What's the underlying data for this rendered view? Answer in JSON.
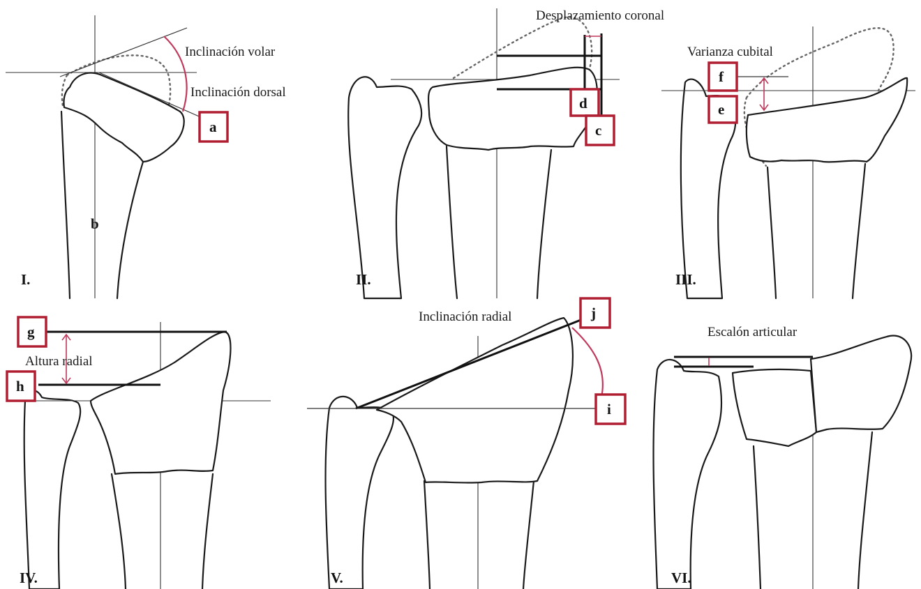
{
  "panels": [
    {
      "id": "I",
      "label": "I.",
      "captions": [
        "Inclinación volar",
        "Inclinación dorsal"
      ],
      "markers": [
        "a",
        "b"
      ]
    },
    {
      "id": "II",
      "label": "II.",
      "captions": [
        "Desplazamiento coronal"
      ],
      "markers": [
        "c",
        "d"
      ]
    },
    {
      "id": "III",
      "label": "III.",
      "captions": [
        "Varianza cubital"
      ],
      "markers": [
        "e",
        "f"
      ]
    },
    {
      "id": "IV",
      "label": "IV.",
      "captions": [
        "Altura radial"
      ],
      "markers": [
        "g",
        "h"
      ]
    },
    {
      "id": "V",
      "label": "V.",
      "captions": [
        "Inclinación radial"
      ],
      "markers": [
        "i",
        "j"
      ]
    },
    {
      "id": "VI",
      "label": "VI.",
      "captions": [
        "Escalón articular"
      ],
      "markers": []
    }
  ],
  "colors": {
    "marker_box": "#b01e32",
    "measure_arc": "#c0395b",
    "outline": "#1a1a1a"
  }
}
